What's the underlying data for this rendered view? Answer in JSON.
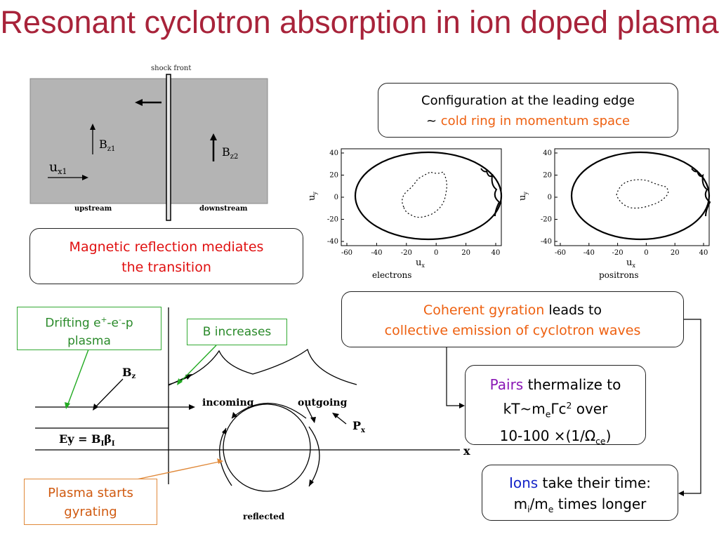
{
  "title": "Resonant cyclotron absorption in ion doped plasma",
  "shock_figure": {
    "shock_front": "shock front",
    "bz1": "B",
    "bz1_sub": "z1",
    "bz2": "B",
    "bz2_sub": "z2",
    "ux1": "u",
    "ux1_sub": "x1",
    "upstream": "upstream",
    "downstream": "downstream"
  },
  "box_magnetic": {
    "line1": "Magnetic reflection mediates",
    "line2": "the transition"
  },
  "box_config": {
    "line1": "Configuration at the leading edge",
    "tilde": "~ ",
    "highlight": "cold ring in momentum space"
  },
  "phase_plots": {
    "left_caption": "electrons",
    "right_caption": "positrons",
    "xlabel": "u",
    "xlabel_sub": "x",
    "ylabel": "u",
    "ylabel_sub": "y",
    "x_ticks": [
      "-60",
      "-40",
      "-20",
      "0",
      "20",
      "40"
    ],
    "y_ticks": [
      "40",
      "20",
      "0",
      "-20",
      "-40"
    ]
  },
  "box_coherent": {
    "highlight1": "Coherent gyration",
    "rest1": " leads to",
    "highlight2": "collective emission of cyclotron waves"
  },
  "box_pairs": {
    "highlight": "Pairs",
    "rest1": " thermalize to",
    "kt": "kT~m",
    "kt_sub": "e",
    "gamma": "Γc",
    "gamma_sup": "2",
    "over": " over",
    "range": "10-100 ×(1/Ω",
    "omega_sub": "ce",
    "close": ")"
  },
  "box_ions": {
    "highlight": "Ions",
    "rest1": " take their time:",
    "mi": "m",
    "mi_sub": "i",
    "slash": "/m",
    "me_sub": "e",
    "rest2": " times longer"
  },
  "box_drifting": {
    "line1a": "Drifting e",
    "sup1": "+",
    "mid": "-e",
    "sup2": "-",
    "end": "-p",
    "line2": "plasma"
  },
  "box_binc": {
    "label": "B increases"
  },
  "box_plasma_gyr": {
    "line1": "Plasma starts",
    "line2": "gyrating"
  },
  "orbit_figure": {
    "bz": "B",
    "bz_sub": "z",
    "incoming": "incoming",
    "outgoing": "outgoing",
    "px": "P",
    "px_sub": "x",
    "x": "x",
    "ey": "Ey = B",
    "ey_sub": "I",
    "beta": "β",
    "beta_sub": "I",
    "reflected": "reflected"
  },
  "colors": {
    "title": "#a8233a",
    "red": "#e01010",
    "orange": "#ee6010",
    "purple": "#8a17b5",
    "blue": "#1525c8",
    "green_border": "#33aa33",
    "orange_border": "#e0893a",
    "shock_panel": "#b4b4b4"
  }
}
